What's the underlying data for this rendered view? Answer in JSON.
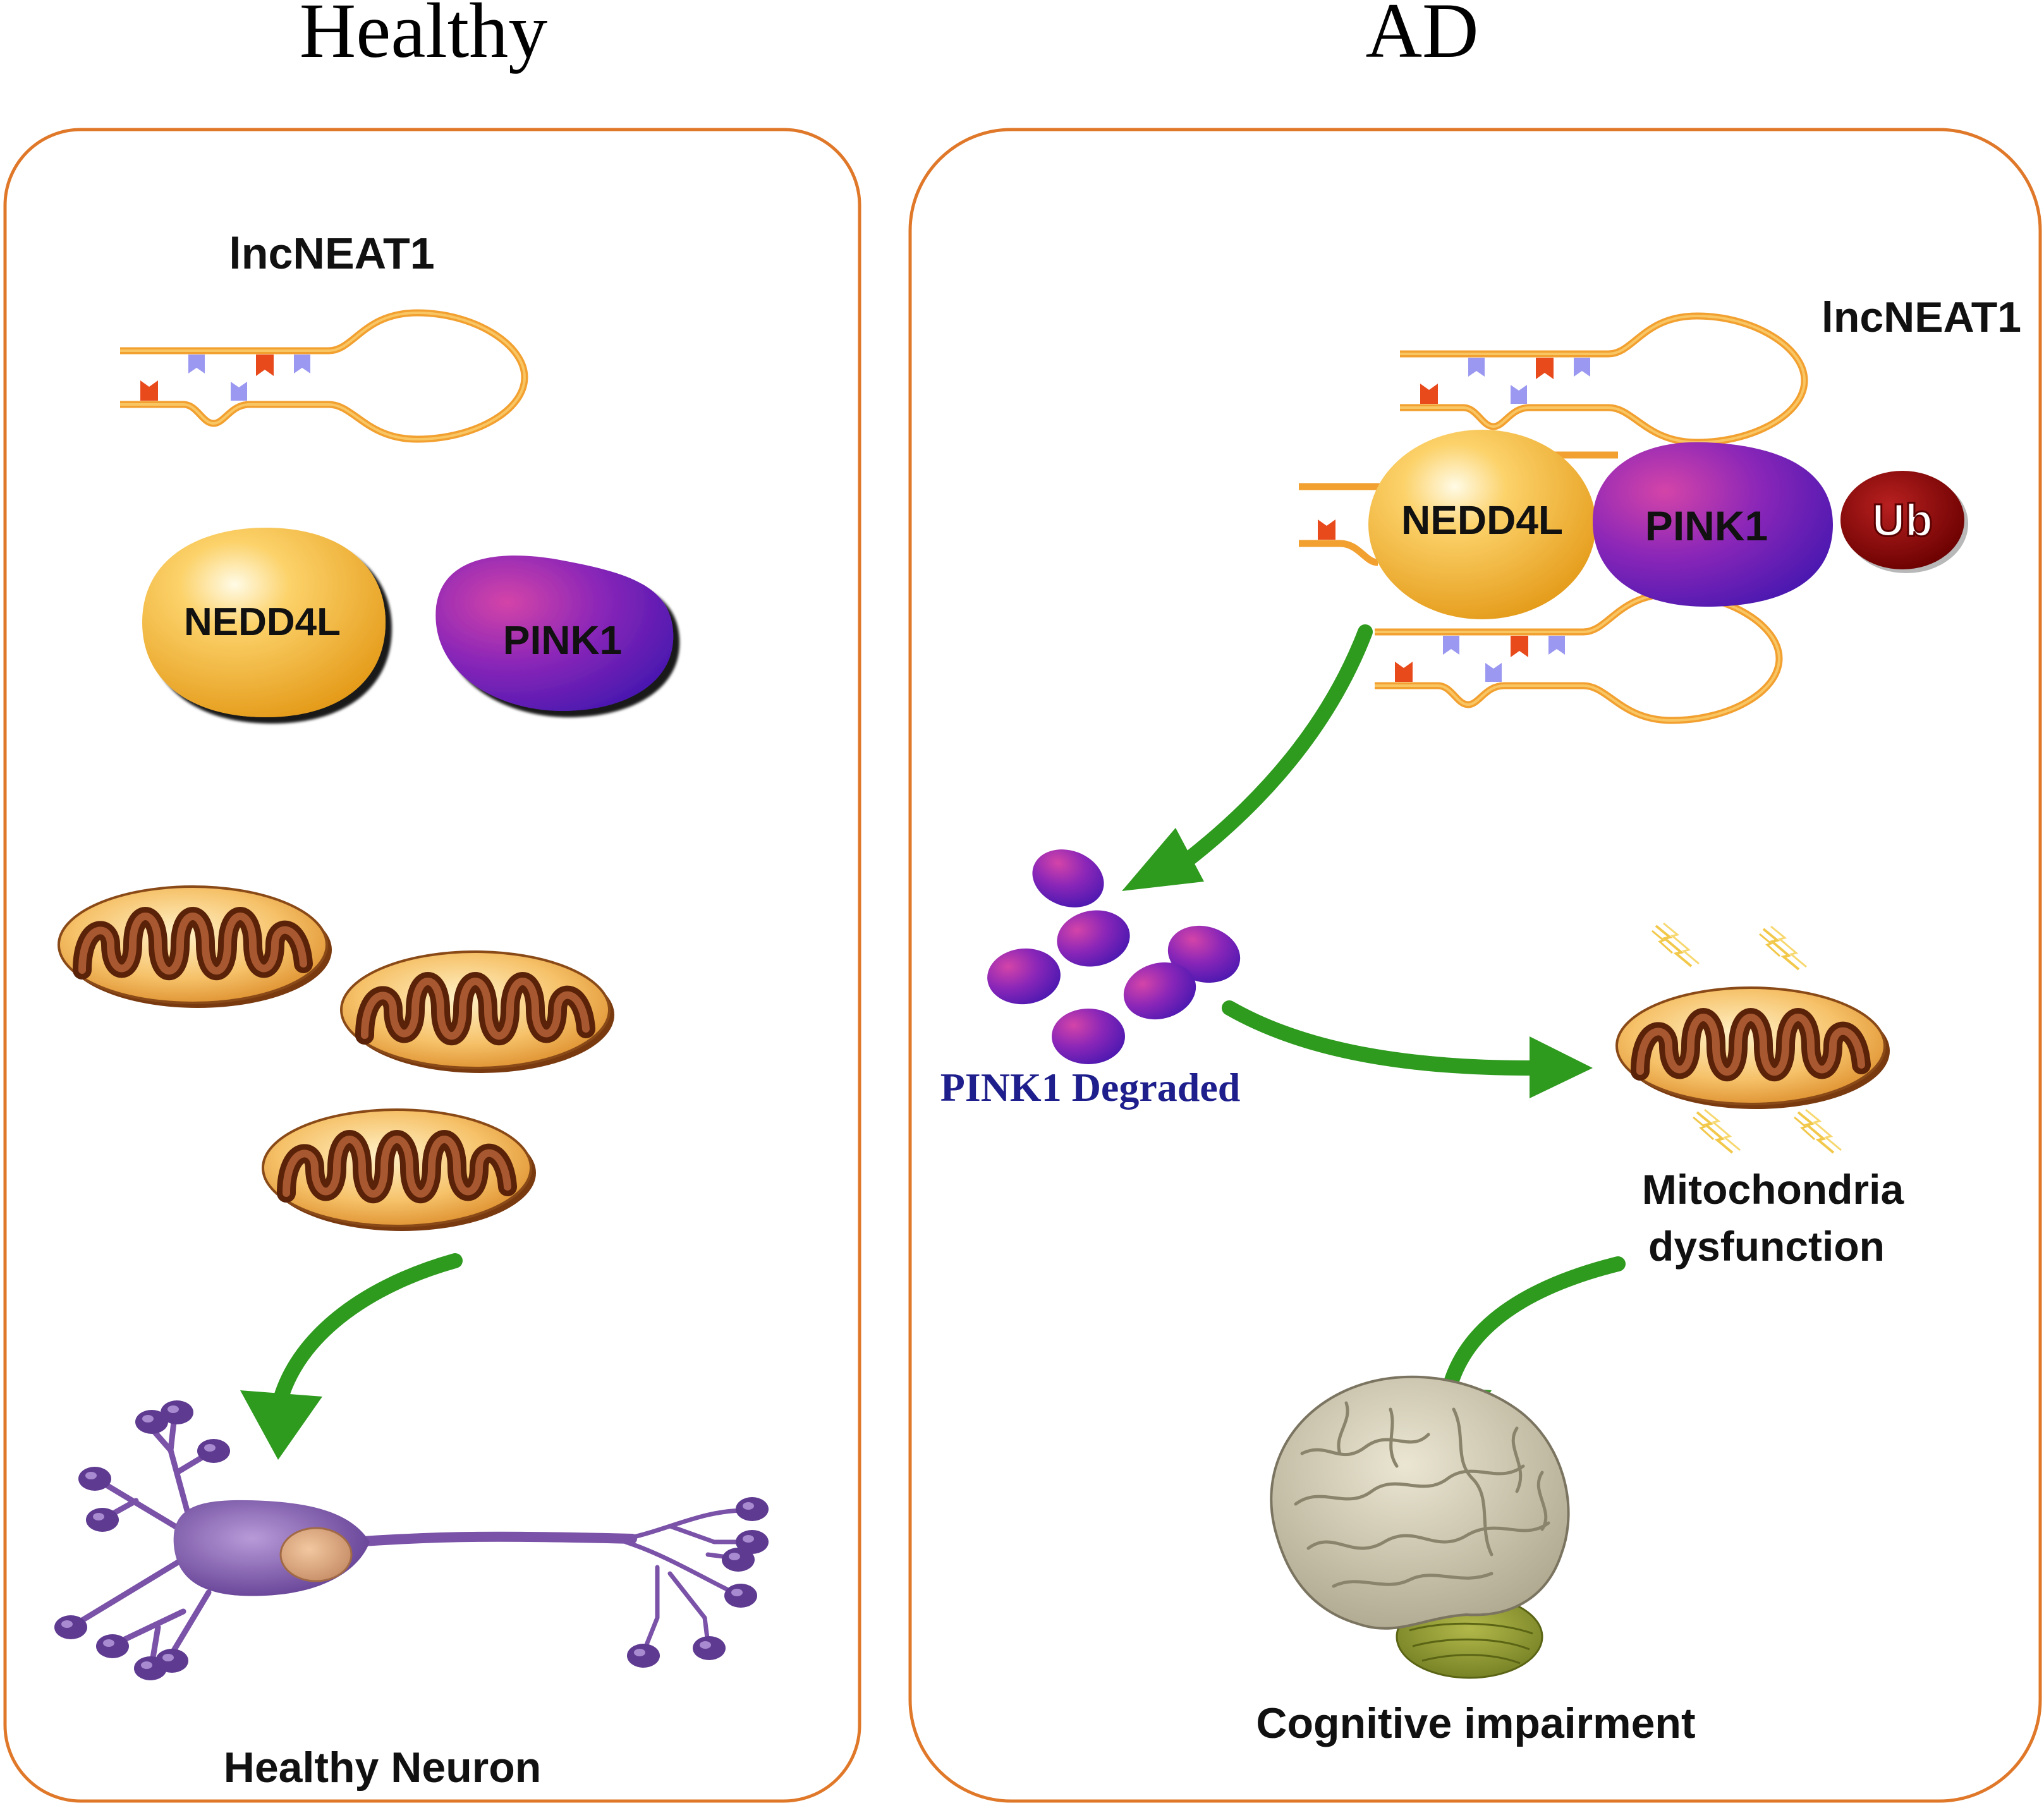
{
  "panels": {
    "healthy": {
      "title": "Healthy",
      "lnc_label": "lncNEAT1",
      "nedd4l_label": "NEDD4L",
      "pink1_label": "PINK1",
      "outcome_label": "Healthy Neuron"
    },
    "ad": {
      "title": "AD",
      "lnc_label": "lncNEAT1",
      "nedd4l_label": "NEDD4L",
      "pink1_label": "PINK1",
      "ub_label": "Ub",
      "degraded_label": "PINK1 Degraded",
      "mito_label_line1": "Mitochondria",
      "mito_label_line2": "dysfunction",
      "outcome_label": "Cognitive impairment"
    }
  },
  "colors": {
    "panel_border": "#e0782a",
    "rna_strand": "#f2a030",
    "nedd4l": "#f7b332",
    "pink1": "#7a22b8",
    "ub": "#8a0000",
    "arrow": "#2e9a1e",
    "mito_outer": "#f0a640",
    "mito_crista": "#7a3214",
    "neuron": "#7a52a8",
    "degraded_text": "#1e1e8c",
    "brain": "#c8c2a8"
  },
  "icons": [
    "rna-hairpin-icon",
    "mitochondrion-icon",
    "neuron-icon",
    "brain-icon",
    "ubiquitin-icon",
    "arrow-icon"
  ]
}
